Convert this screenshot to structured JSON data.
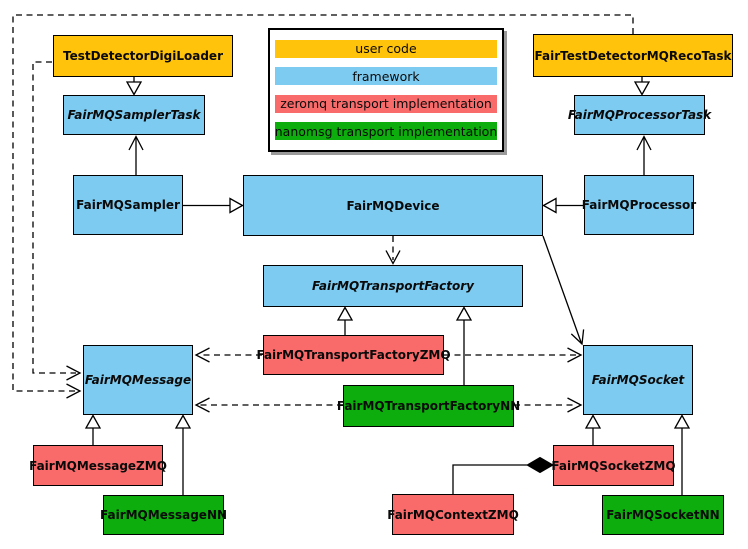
{
  "legend": {
    "items": [
      {
        "label": "user code",
        "color": "#FFC30B",
        "category": "user"
      },
      {
        "label": "framework",
        "color": "#7DCBF0",
        "category": "framework"
      },
      {
        "label": "zeromq transport implementation",
        "color": "#F96B6B",
        "category": "zeromq"
      },
      {
        "label": "nanomsg transport implementation",
        "color": "#0CAD0C",
        "category": "nanomsg"
      }
    ]
  },
  "nodes": {
    "digiloader": {
      "label": "TestDetectorDigiLoader",
      "category": "user",
      "abstract": false
    },
    "recotask": {
      "label": "FairTestDetectorMQRecoTask",
      "category": "user",
      "abstract": false
    },
    "samplertask": {
      "label": "FairMQSamplerTask",
      "category": "framework",
      "abstract": true
    },
    "processortask": {
      "label": "FairMQProcessorTask",
      "category": "framework",
      "abstract": true
    },
    "sampler": {
      "label": "FairMQSampler",
      "category": "framework",
      "abstract": false
    },
    "device": {
      "label": "FairMQDevice",
      "category": "framework",
      "abstract": false
    },
    "processor": {
      "label": "FairMQProcessor",
      "category": "framework",
      "abstract": false
    },
    "factory": {
      "label": "FairMQTransportFactory",
      "category": "framework",
      "abstract": true
    },
    "factoryzmq": {
      "label": "FairMQTransportFactoryZMQ",
      "category": "zeromq",
      "abstract": false
    },
    "factorynn": {
      "label": "FairMQTransportFactoryNN",
      "category": "nanomsg",
      "abstract": false
    },
    "message": {
      "label": "FairMQMessage",
      "category": "framework",
      "abstract": true
    },
    "socket": {
      "label": "FairMQSocket",
      "category": "framework",
      "abstract": true
    },
    "messagezmq": {
      "label": "FairMQMessageZMQ",
      "category": "zeromq",
      "abstract": false
    },
    "messagenn": {
      "label": "FairMQMessageNN",
      "category": "nanomsg",
      "abstract": false
    },
    "contextzmq": {
      "label": "FairMQContextZMQ",
      "category": "zeromq",
      "abstract": false
    },
    "socketzmq": {
      "label": "FairMQSocketZMQ",
      "category": "zeromq",
      "abstract": false
    },
    "socketnn": {
      "label": "FairMQSocketNN",
      "category": "nanomsg",
      "abstract": false
    }
  },
  "edges": [
    {
      "from": "TestDetectorDigiLoader",
      "to": "FairMQSamplerTask",
      "type": "inheritance"
    },
    {
      "from": "FairTestDetectorMQRecoTask",
      "to": "FairMQProcessorTask",
      "type": "inheritance"
    },
    {
      "from": "FairMQSampler",
      "to": "FairMQSamplerTask",
      "type": "association-arrow"
    },
    {
      "from": "FairMQProcessor",
      "to": "FairMQProcessorTask",
      "type": "association-arrow"
    },
    {
      "from": "FairMQSampler",
      "to": "FairMQDevice",
      "type": "inheritance"
    },
    {
      "from": "FairMQProcessor",
      "to": "FairMQDevice",
      "type": "inheritance"
    },
    {
      "from": "FairMQDevice",
      "to": "FairMQTransportFactory",
      "type": "dashed-dependency"
    },
    {
      "from": "FairMQDevice",
      "to": "FairMQSocket",
      "type": "association-arrow"
    },
    {
      "from": "FairMQTransportFactoryZMQ",
      "to": "FairMQTransportFactory",
      "type": "inheritance"
    },
    {
      "from": "FairMQTransportFactoryNN",
      "to": "FairMQTransportFactory",
      "type": "inheritance"
    },
    {
      "from": "FairMQTransportFactoryZMQ",
      "to": "FairMQMessage",
      "type": "dashed-dependency"
    },
    {
      "from": "FairMQTransportFactoryZMQ",
      "to": "FairMQSocket",
      "type": "dashed-dependency"
    },
    {
      "from": "FairMQTransportFactoryNN",
      "to": "FairMQMessage",
      "type": "dashed-dependency"
    },
    {
      "from": "FairMQTransportFactoryNN",
      "to": "FairMQSocket",
      "type": "dashed-dependency"
    },
    {
      "from": "TestDetectorDigiLoader",
      "to": "FairMQMessage",
      "type": "dashed-dependency"
    },
    {
      "from": "FairTestDetectorMQRecoTask",
      "to": "FairMQMessage",
      "type": "dashed-dependency"
    },
    {
      "from": "FairMQMessageZMQ",
      "to": "FairMQMessage",
      "type": "inheritance"
    },
    {
      "from": "FairMQMessageNN",
      "to": "FairMQMessage",
      "type": "inheritance"
    },
    {
      "from": "FairMQSocketZMQ",
      "to": "FairMQSocket",
      "type": "inheritance"
    },
    {
      "from": "FairMQSocketNN",
      "to": "FairMQSocket",
      "type": "inheritance"
    },
    {
      "from": "FairMQContextZMQ",
      "to": "FairMQSocketZMQ",
      "type": "composition"
    }
  ]
}
